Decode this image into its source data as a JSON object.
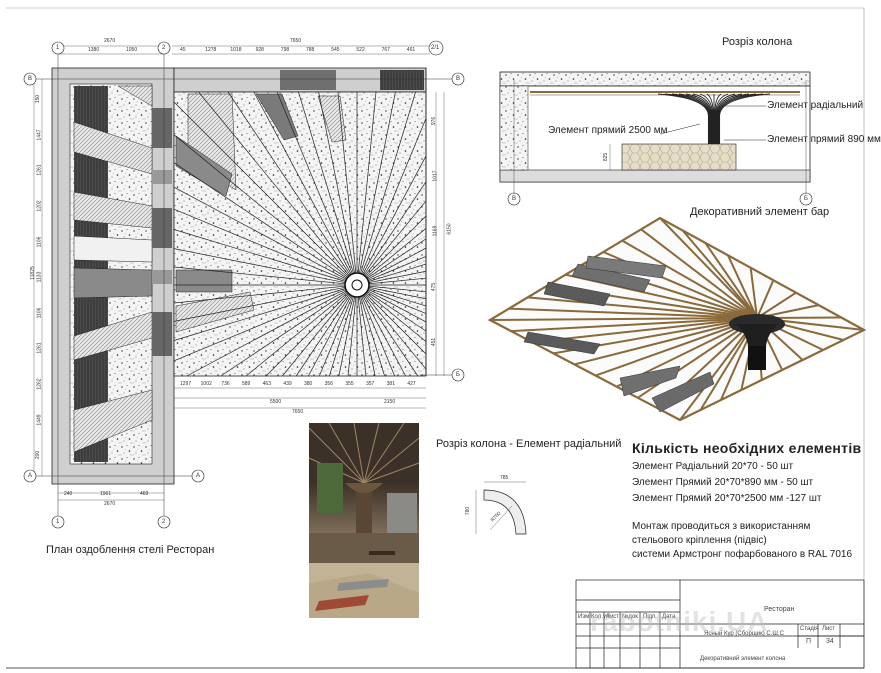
{
  "titles": {
    "plan": "План оздоблення стелі Ресторан",
    "section_column": "Розріз колона",
    "section_radial": "Розріз колона - Елемент радіальний",
    "decor_bar": "Декоративний элемент бар"
  },
  "callouts": {
    "radial": "Элемент радіальний",
    "straight_890": "Элемент прямий 890 мм",
    "straight_2500": "Элемент прямий 2500 мм"
  },
  "spec": {
    "heading": "Кількість необхідних елементів",
    "items": [
      "Элемент Радіальний 20*70 - 50 шт",
      "Элемент Прямий 20*70*890 мм - 50 шт",
      "Элемент Прямий 20*70*2500 мм -127 шт"
    ],
    "note_lines": [
      "Монтаж проводиться з використанням",
      "стельового кріплення (підвіс)",
      "системи Армстронг пофарбованого в RAL 7016"
    ]
  },
  "grid_labels": {
    "b": "В",
    "a": "А",
    "one": "1",
    "two": "2",
    "two_one": "2/1",
    "bb": "Б"
  },
  "dimensions": {
    "top_left_total": "2670",
    "top_left_parts": [
      "1380",
      "1050"
    ],
    "top_right_total": "7650",
    "top_right_parts": [
      "45",
      "1278",
      "1018",
      "928",
      "798",
      "788",
      "545",
      "522",
      "767",
      "461"
    ],
    "bottom_left_parts": [
      "240",
      "1961",
      "469"
    ],
    "bottom_left_total": "2670",
    "bottom_right_parts": [
      "1297",
      "1002",
      "736",
      "589",
      "463",
      "439",
      "380",
      "356",
      "355",
      "357",
      "381",
      "427"
    ],
    "bottom_right_sub": [
      "5500",
      "2150"
    ],
    "bottom_right_total": "7650",
    "left_total": "11825",
    "left_parts": [
      "150",
      "1447",
      "1261",
      "1202",
      "1106",
      "1133",
      "1106",
      "1261",
      "1262",
      "1449",
      "200"
    ],
    "right_total": "6150",
    "right_parts": [
      "976",
      "1017",
      "1169",
      "475",
      "451"
    ],
    "section_height": "825",
    "radial_w": "785",
    "radial_h": "780",
    "radial_r": "R750"
  },
  "title_block": {
    "project": "Ресторан",
    "sheet_name": "Декоративний элемент колона",
    "cols": [
      "Изм",
      "Кол.уч",
      "Лист",
      "№док",
      "Підп",
      "Дата"
    ],
    "subtitle": "Ясный Кур (Сборщик) С.Ш.С",
    "stage_hdr": "Стадія",
    "sheet_hdr": "Лист",
    "stage": "П",
    "sheet": "34"
  },
  "watermark": "rabotniki.UA",
  "colors": {
    "line": "#222222",
    "gray": "#6f6f6f",
    "dark": "#3a3a3a",
    "wood": "#8a6a3a",
    "beam": "#c9c2b6"
  }
}
